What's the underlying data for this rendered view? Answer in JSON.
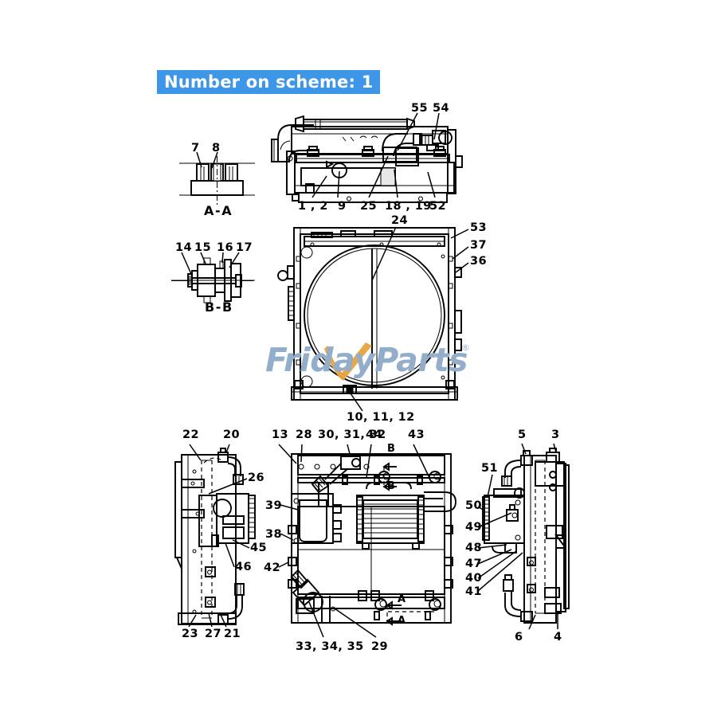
{
  "banner": {
    "text": "Number on scheme: 1",
    "bg_color": "#3d96e8",
    "text_color": "#ffffff"
  },
  "watermark": {
    "text": "FridayParts",
    "mark": "®",
    "color": "#93aecb",
    "accent_color": "#e8a33d"
  },
  "views": {
    "section_aa": {
      "caption": "A-A",
      "callouts": [
        "7",
        "8"
      ]
    },
    "section_bb": {
      "caption": "B-B",
      "callouts": [
        "14",
        "15",
        "16",
        "17"
      ]
    },
    "top_assembly": {
      "callouts": [
        "55",
        "54",
        "1 , 2",
        "9",
        "25",
        "18 , 19",
        "52"
      ]
    },
    "radiator_core": {
      "callouts": [
        "24",
        "53",
        "37",
        "36",
        "10, 11, 12"
      ]
    },
    "left_assembly": {
      "callouts": [
        "22",
        "20",
        "26",
        "45",
        "46",
        "23",
        "27",
        "21"
      ]
    },
    "center_assembly": {
      "callouts": [
        "13",
        "28",
        "30, 31, 32",
        "44",
        "43",
        "39",
        "38",
        "42",
        "33, 34, 35",
        "29"
      ],
      "section_marks": [
        "B",
        "B",
        "A",
        "A"
      ]
    },
    "right_assembly": {
      "callouts": [
        "5",
        "3",
        "51",
        "50",
        "49",
        "48",
        "47",
        "40",
        "41",
        "6",
        "4"
      ]
    }
  },
  "labels": {
    "n1_2": "1 , 2",
    "n3": "3",
    "n4": "4",
    "n5": "5",
    "n6": "6",
    "n7": "7",
    "n8": "8",
    "n9": "9",
    "n10_11_12": "10, 11, 12",
    "n13": "13",
    "n14": "14",
    "n15": "15",
    "n16": "16",
    "n17": "17",
    "n18_19": "18 , 19",
    "n20": "20",
    "n21": "21",
    "n22": "22",
    "n23": "23",
    "n24": "24",
    "n25": "25",
    "n26": "26",
    "n27": "27",
    "n28": "28",
    "n29": "29",
    "n30_31_32": "30, 31, 32",
    "n33_34_35": "33, 34, 35",
    "n36": "36",
    "n37": "37",
    "n38": "38",
    "n39": "39",
    "n40": "40",
    "n41": "41",
    "n42": "42",
    "n43": "43",
    "n44": "44",
    "n45": "45",
    "n46": "46",
    "n47": "47",
    "n48": "48",
    "n49": "49",
    "n50": "50",
    "n51": "51",
    "n52": "52",
    "n53": "53",
    "n54": "54",
    "n55": "55",
    "sec_aa": "A-A",
    "sec_bb": "B-B",
    "mark_b1": "B",
    "mark_b2": "B",
    "mark_a1": "A",
    "mark_a2": "A"
  }
}
